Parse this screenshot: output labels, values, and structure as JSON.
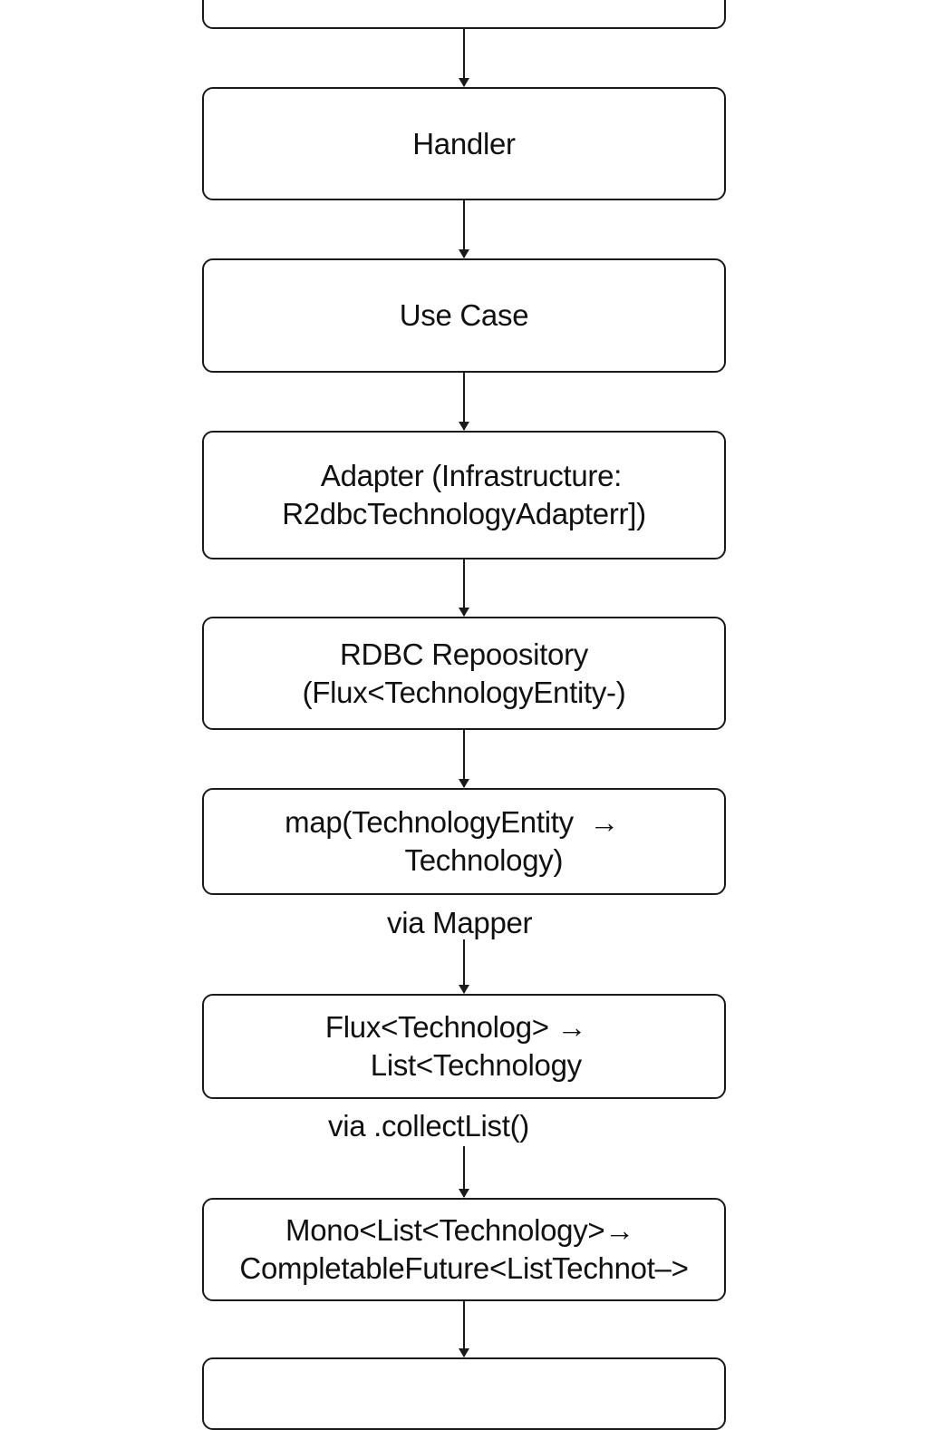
{
  "diagram": {
    "top_box": {
      "lines": []
    },
    "boxes": [
      {
        "lines": [
          "Handler"
        ]
      },
      {
        "lines": [
          "Use Case"
        ]
      },
      {
        "lines": [
          "  Adapter (Infrastructure:",
          "R2dbcTechnologyAdapterr])"
        ]
      },
      {
        "lines": [
          "RDBC Repoository",
          "(Flux<TechnologyEntity-)"
        ]
      },
      {
        "lines": [
          "map(TechnologyEntity  →   ",
          "     Technology)"
        ]
      },
      {
        "lines": [
          "Flux<Technolog> →  ",
          "   List<Technology"
        ]
      },
      {
        "lines": [
          "Mono<List<Technology>→ ",
          "CompletableFuture<ListTechnot–>"
        ]
      }
    ],
    "bottom_box": {
      "lines": []
    },
    "captions": {
      "via_mapper": "via Mapper",
      "via_collect_list": "via .collectList()"
    },
    "colors": {
      "stroke": "#1a1a1a",
      "text": "#111111",
      "background": "#ffffff"
    }
  }
}
